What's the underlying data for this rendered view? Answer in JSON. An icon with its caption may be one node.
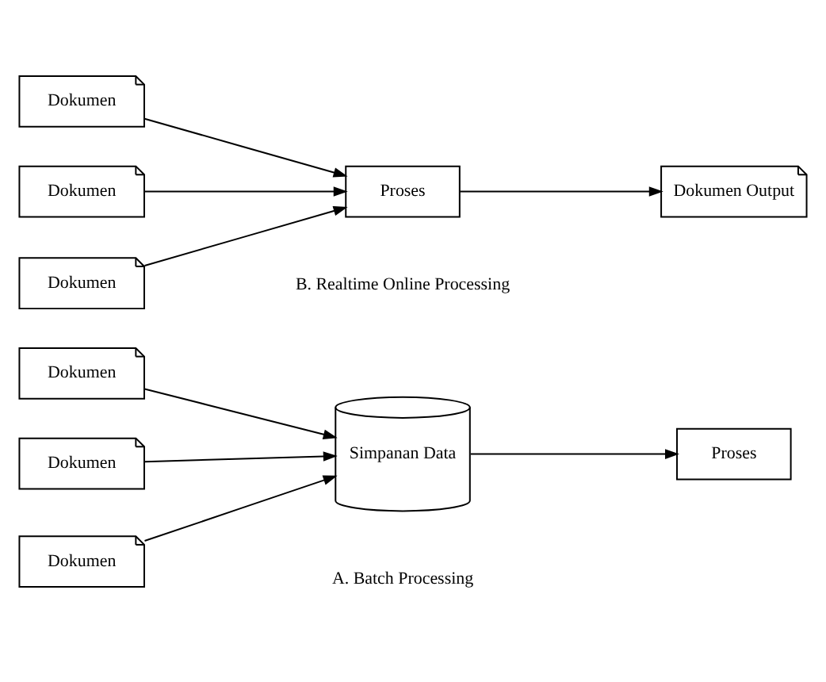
{
  "diagram": {
    "nodes": [
      {
        "text": [
          "Dokumen"
        ]
      },
      {
        "text": [
          "Dokumen"
        ]
      },
      {
        "text": [
          "Dokumen"
        ]
      },
      {
        "text": [
          "Simpanan Data"
        ]
      },
      {
        "text": [
          "Proses"
        ]
      },
      {
        "text": [
          "Dokumen"
        ]
      },
      {
        "text": [
          "Dokumen"
        ]
      },
      {
        "text": [
          "Dokumen"
        ]
      },
      {
        "text": [
          "Proses"
        ]
      },
      {
        "text": [
          "Dokumen Output"
        ]
      }
    ],
    "edges": [
      {
        "from": 0,
        "to": 3,
        "arrow": "to"
      },
      {
        "from": 1,
        "to": 3,
        "arrow": "to"
      },
      {
        "from": 2,
        "to": 3,
        "arrow": "to"
      },
      {
        "from": 3,
        "to": 4,
        "arrow": "to"
      },
      {
        "from": 5,
        "to": 8,
        "arrow": "to"
      },
      {
        "from": 6,
        "to": 8,
        "arrow": "to"
      },
      {
        "from": 7,
        "to": 8,
        "arrow": "to"
      },
      {
        "from": 8,
        "to": 9,
        "arrow": "to"
      }
    ],
    "labels": [
      "A. Batch Processing",
      "B. Realtime Online Processing"
    ]
  }
}
